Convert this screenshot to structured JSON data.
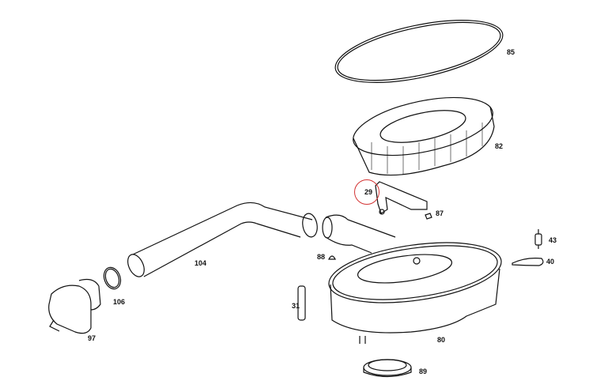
{
  "diagram": {
    "highlight_color": "#d33333",
    "highlighted_part": "29",
    "parts": [
      {
        "id": "p85",
        "label": "85"
      },
      {
        "id": "p82",
        "label": "82"
      },
      {
        "id": "p29",
        "label": "29"
      },
      {
        "id": "p87",
        "label": "87"
      },
      {
        "id": "p104",
        "label": "104"
      },
      {
        "id": "p88",
        "label": "88"
      },
      {
        "id": "p43",
        "label": "43"
      },
      {
        "id": "p40",
        "label": "40"
      },
      {
        "id": "p106",
        "label": "106"
      },
      {
        "id": "p31",
        "label": "31"
      },
      {
        "id": "p97",
        "label": "97"
      },
      {
        "id": "p80",
        "label": "80"
      },
      {
        "id": "p89",
        "label": "89"
      }
    ]
  }
}
